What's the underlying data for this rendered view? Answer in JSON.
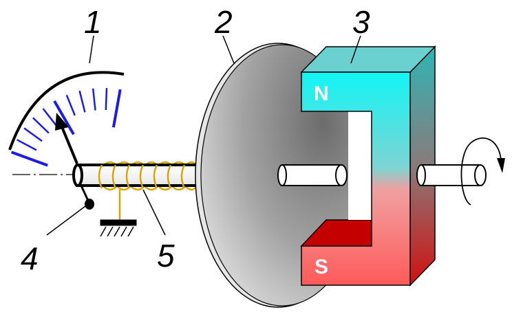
{
  "callouts": {
    "gauge": "1",
    "disk": "2",
    "magnet": "3",
    "pivot": "4",
    "spring": "5"
  },
  "magnet": {
    "north_label": "N",
    "south_label": "S",
    "north_color": "#17f1f1",
    "south_color": "#ff5b5b",
    "north_dark": "#0a8f8f",
    "south_dark": "#c20000"
  },
  "colors": {
    "scale_ticks": "#1a1aee",
    "spring": "#d9a300",
    "disk_light": "#d8d8d8",
    "disk_dark": "#707070"
  },
  "icons": [
    "rotation-arrow-icon",
    "ground-symbol-icon",
    "pointer-needle-icon"
  ]
}
